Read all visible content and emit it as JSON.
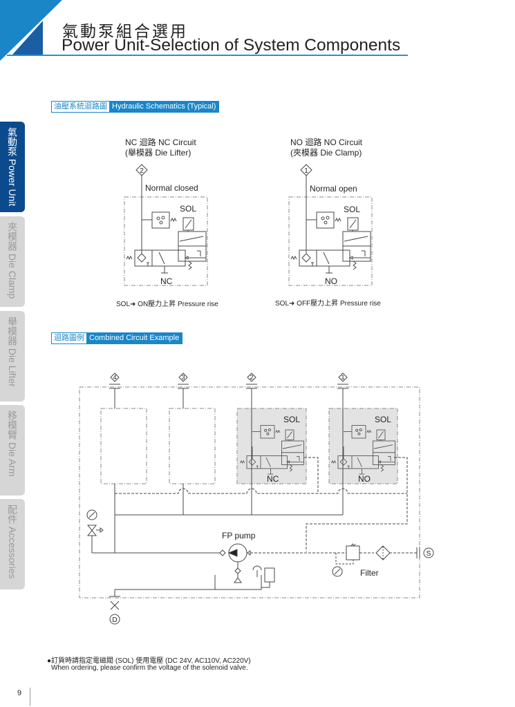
{
  "header": {
    "title_cn": "氣動泵組合選用",
    "title_en": "Power Unit-Selection of System Components"
  },
  "side_tabs": [
    {
      "label": "氣動泵 Power Unit",
      "active": true
    },
    {
      "label": "夾模器 Die Clamp",
      "active": false
    },
    {
      "label": "舉模器 Die Lifter",
      "active": false
    },
    {
      "label": "移模臂 Die Arm",
      "active": false
    },
    {
      "label": "配件 Accessories",
      "active": false
    }
  ],
  "section1": {
    "cn": "油壓系統迴路圖",
    "en": "Hydraulic Schematics (Typical)"
  },
  "nc_circuit": {
    "title1": "NC 迴路 NC Circuit",
    "title2": "(舉模器 Die Lifter)",
    "port": "2",
    "state": "Normal closed",
    "sol": "SOL",
    "type": "NC",
    "caption": "SOL➜ ON壓力上昇 Pressure rise"
  },
  "no_circuit": {
    "title1": "NO 迴路 NO Circuit",
    "title2": "(夾模器 Die Clamp)",
    "port": "1",
    "state": "Normal open",
    "sol": "SOL",
    "type": "NO",
    "caption": "SOL➜ OFF壓力上昇 Pressure rise"
  },
  "section2": {
    "cn": "迴路圖例",
    "en": "Combined Circuit Example"
  },
  "combined": {
    "ports": [
      "4",
      "3",
      "2",
      "1"
    ],
    "sol": "SOL",
    "nc": "NC",
    "no": "NO",
    "pump": "FP pump",
    "filter": "Filter",
    "supply": "S",
    "drain": "D"
  },
  "footer": {
    "note_cn": "●訂貨時請指定電磁閥 (SOL) 使用電壓 (DC 24V, AC110V, AC220V)",
    "note_en": "When ordering, please confirm the voltage of the solenoid valve.",
    "page": "9"
  },
  "colors": {
    "accent": "#1a86c8",
    "tab_active": "#0c4a8e",
    "tab_inactive": "#d6d6d6"
  }
}
